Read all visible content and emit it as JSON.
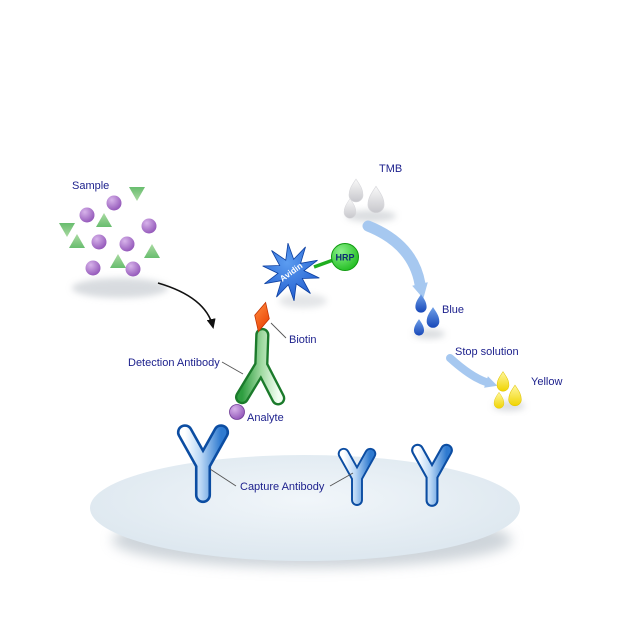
{
  "diagram": {
    "labels": {
      "sample": "Sample",
      "tmb": "TMB",
      "blue": "Blue",
      "stop_solution": "Stop solution",
      "yellow": "Yellow",
      "biotin": "Biotin",
      "detection_antibody": "Detection Antibody",
      "analyte": "Analyte",
      "capture_antibody": "Capture Antibody",
      "avidin": "Avidin",
      "hrp": "HRP"
    },
    "colors": {
      "label_text": "#1b1f8c",
      "analyte_purple": "#8d4fb5",
      "sample_triangle_green": "#7cc47e",
      "detection_antibody_green": "#2e9e40",
      "capture_antibody_blue": "#2e7ad0",
      "avidin_star_blue": "#1650c8",
      "hrp_green": "#14b614",
      "biotin_orange": "#f04a00",
      "tmb_drop_gray": "#d2d2d5",
      "blue_drop": "#1747b8",
      "yellow_drop": "#f5d800",
      "flow_arrow_blue": "#a6c8f0",
      "plate_surface": "#dce7ef"
    }
  }
}
